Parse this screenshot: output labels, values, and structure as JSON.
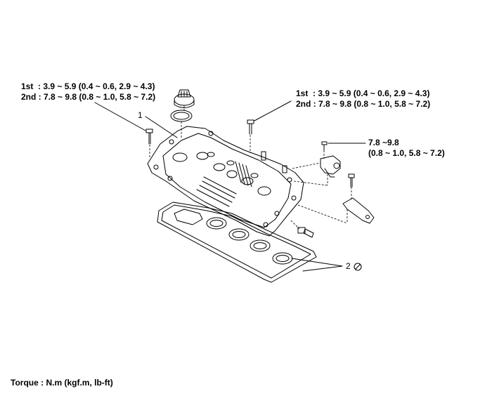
{
  "torque_left": {
    "line1": "1st  : 3.9 ~ 5.9 (0.4 ~ 0.6, 2.9 ~ 4.3)",
    "line2": "2nd : 7.8 ~ 9.8 (0.8 ~ 1.0, 5.8 ~ 7.2)"
  },
  "torque_right": {
    "line1": "1st  : 3.9 ~ 5.9 (0.4 ~ 0.6, 2.9 ~ 4.3)",
    "line2": "2nd : 7.8 ~ 9.8 (0.8 ~ 1.0, 5.8 ~ 7.2)"
  },
  "torque_sensor": {
    "line1": "7.8 ~9.8",
    "line2": "(0.8 ~ 1.0, 5.8 ~ 7.2)"
  },
  "callouts": {
    "part1": "1",
    "part2": "2"
  },
  "footer": {
    "units": "Torque : N.m (kgf.m, lb-ft)"
  },
  "icons": {
    "do_not_reuse": "no-reuse-icon"
  }
}
